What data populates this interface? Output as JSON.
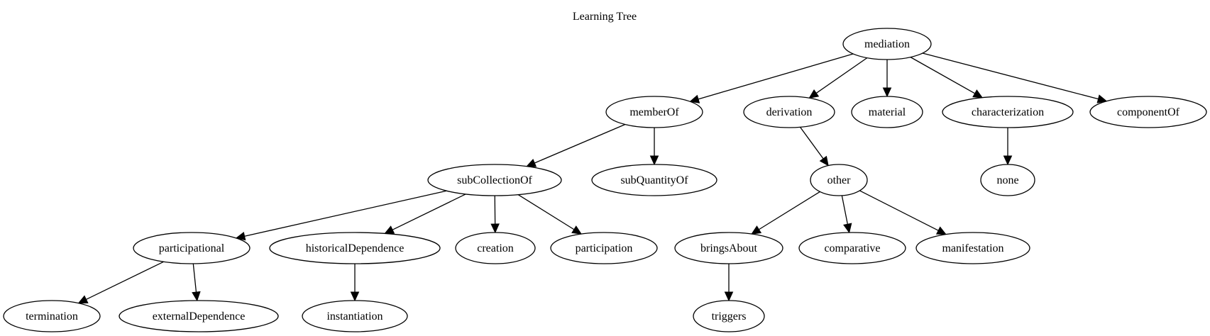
{
  "title": "Learning Tree",
  "nodes": [
    {
      "id": "mediation",
      "label": "mediation"
    },
    {
      "id": "memberOf",
      "label": "memberOf"
    },
    {
      "id": "derivation",
      "label": "derivation"
    },
    {
      "id": "material",
      "label": "material"
    },
    {
      "id": "characterization",
      "label": "characterization"
    },
    {
      "id": "componentOf",
      "label": "componentOf"
    },
    {
      "id": "subCollectionOf",
      "label": "subCollectionOf"
    },
    {
      "id": "subQuantityOf",
      "label": "subQuantityOf"
    },
    {
      "id": "other",
      "label": "other"
    },
    {
      "id": "none",
      "label": "none"
    },
    {
      "id": "participational",
      "label": "participational"
    },
    {
      "id": "historicalDependence",
      "label": "historicalDependence"
    },
    {
      "id": "creation",
      "label": "creation"
    },
    {
      "id": "participation",
      "label": "participation"
    },
    {
      "id": "bringsAbout",
      "label": "bringsAbout"
    },
    {
      "id": "comparative",
      "label": "comparative"
    },
    {
      "id": "manifestation",
      "label": "manifestation"
    },
    {
      "id": "termination",
      "label": "termination"
    },
    {
      "id": "externalDependence",
      "label": "externalDependence"
    },
    {
      "id": "instantiation",
      "label": "instantiation"
    },
    {
      "id": "triggers",
      "label": "triggers"
    }
  ],
  "edges": [
    {
      "from": "mediation",
      "to": "memberOf"
    },
    {
      "from": "mediation",
      "to": "derivation"
    },
    {
      "from": "mediation",
      "to": "material"
    },
    {
      "from": "mediation",
      "to": "characterization"
    },
    {
      "from": "mediation",
      "to": "componentOf"
    },
    {
      "from": "memberOf",
      "to": "subCollectionOf"
    },
    {
      "from": "memberOf",
      "to": "subQuantityOf"
    },
    {
      "from": "derivation",
      "to": "other"
    },
    {
      "from": "characterization",
      "to": "none"
    },
    {
      "from": "subCollectionOf",
      "to": "participational"
    },
    {
      "from": "subCollectionOf",
      "to": "historicalDependence"
    },
    {
      "from": "subCollectionOf",
      "to": "creation"
    },
    {
      "from": "subCollectionOf",
      "to": "participation"
    },
    {
      "from": "other",
      "to": "bringsAbout"
    },
    {
      "from": "other",
      "to": "comparative"
    },
    {
      "from": "other",
      "to": "manifestation"
    },
    {
      "from": "participational",
      "to": "termination"
    },
    {
      "from": "participational",
      "to": "externalDependence"
    },
    {
      "from": "historicalDependence",
      "to": "instantiation"
    },
    {
      "from": "bringsAbout",
      "to": "triggers"
    }
  ]
}
